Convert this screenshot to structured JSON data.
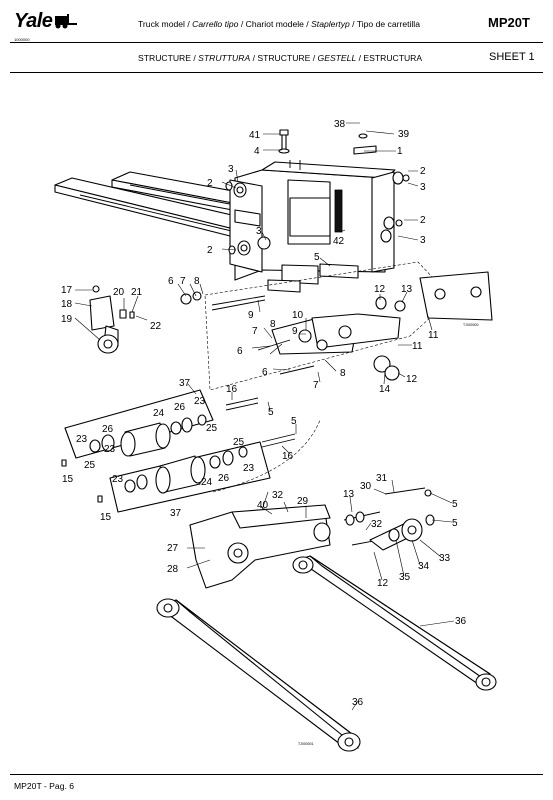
{
  "header": {
    "brand": "Yale",
    "brand_code": "1000000",
    "model_line": {
      "p1": "Truck model / ",
      "p2": "Carrello tipo",
      "p3": " / Chariot modele / ",
      "p4": "Staplertyp",
      "p5": " / Tipo de carretilla"
    },
    "structure_line": {
      "p1": "STRUCTURE / ",
      "p2": "STRUTTURA",
      "p3": " / STRUCTURE / ",
      "p4": "GESTELL",
      "p5": " / ESTRUCTURA"
    },
    "model_code": "MP20T",
    "sheet": "SHEET 1"
  },
  "callouts": [
    "38",
    "39",
    "41",
    "1",
    "4",
    "2",
    "3",
    "2",
    "3",
    "2",
    "3",
    "2",
    "3",
    "2",
    "3",
    "42",
    "5",
    "17",
    "18",
    "19",
    "20",
    "21",
    "22",
    "6",
    "7",
    "8",
    "9",
    "13",
    "12",
    "11",
    "10",
    "8",
    "7",
    "6",
    "11",
    "9",
    "6",
    "7",
    "8",
    "12",
    "14",
    "37",
    "16",
    "5",
    "24",
    "26",
    "23",
    "25",
    "23",
    "26",
    "25",
    "23",
    "15",
    "5",
    "16",
    "25",
    "23",
    "24",
    "26",
    "23",
    "15",
    "37",
    "32",
    "29",
    "40",
    "27",
    "28",
    "13",
    "30",
    "31",
    "5",
    "32",
    "5",
    "35",
    "34",
    "33",
    "12",
    "36",
    "36"
  ],
  "drawing_codes": {
    "plate": "TJ000000",
    "lower": "TJ000001"
  },
  "footer": "MP20T - Pag. 6"
}
